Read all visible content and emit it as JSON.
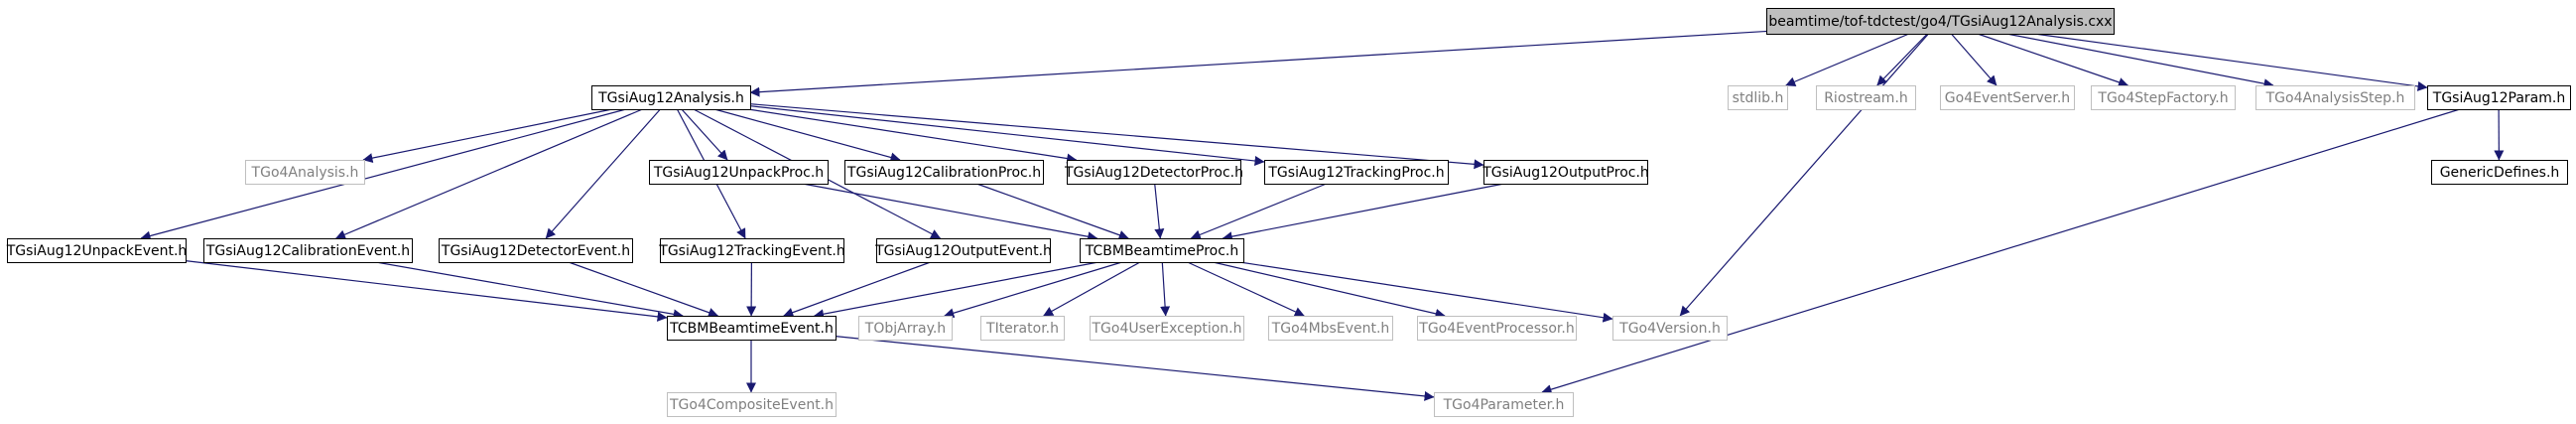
{
  "colors": {
    "edge": "#191970",
    "root_fill": "#bfbfbf",
    "local_border": "#000000",
    "external_border": "#bfbfbf",
    "external_text": "#808080",
    "text": "#000000"
  },
  "nodes": [
    {
      "id": "root",
      "label": "beamtime/tof-tdctest/go4/TGsiAug12Analysis.cxx",
      "kind": "root"
    },
    {
      "id": "ana_h",
      "label": "TGsiAug12Analysis.h",
      "kind": "local"
    },
    {
      "id": "stdlib",
      "label": "stdlib.h",
      "kind": "external"
    },
    {
      "id": "riostream",
      "label": "Riostream.h",
      "kind": "external"
    },
    {
      "id": "go4evserver",
      "label": "Go4EventServer.h",
      "kind": "external"
    },
    {
      "id": "stepfactory",
      "label": "TGo4StepFactory.h",
      "kind": "external"
    },
    {
      "id": "anastep",
      "label": "TGo4AnalysisStep.h",
      "kind": "external"
    },
    {
      "id": "param_h",
      "label": "TGsiAug12Param.h",
      "kind": "local"
    },
    {
      "id": "go4analysis",
      "label": "TGo4Analysis.h",
      "kind": "external"
    },
    {
      "id": "unpackproc",
      "label": "TGsiAug12UnpackProc.h",
      "kind": "local"
    },
    {
      "id": "calibproc",
      "label": "TGsiAug12CalibrationProc.h",
      "kind": "local"
    },
    {
      "id": "detproc",
      "label": "TGsiAug12DetectorProc.h",
      "kind": "local"
    },
    {
      "id": "trackproc",
      "label": "TGsiAug12TrackingProc.h",
      "kind": "local"
    },
    {
      "id": "outproc",
      "label": "TGsiAug12OutputProc.h",
      "kind": "local"
    },
    {
      "id": "genericdef",
      "label": "GenericDefines.h",
      "kind": "local"
    },
    {
      "id": "unpackev",
      "label": "TGsiAug12UnpackEvent.h",
      "kind": "local"
    },
    {
      "id": "calibev",
      "label": "TGsiAug12CalibrationEvent.h",
      "kind": "local"
    },
    {
      "id": "detev",
      "label": "TGsiAug12DetectorEvent.h",
      "kind": "local"
    },
    {
      "id": "trackev",
      "label": "TGsiAug12TrackingEvent.h",
      "kind": "local"
    },
    {
      "id": "outev",
      "label": "TGsiAug12OutputEvent.h",
      "kind": "local"
    },
    {
      "id": "bmproc",
      "label": "TCBMBeamtimeProc.h",
      "kind": "local"
    },
    {
      "id": "bmevent",
      "label": "TCBMBeamtimeEvent.h",
      "kind": "local"
    },
    {
      "id": "tobjarray",
      "label": "TObjArray.h",
      "kind": "external"
    },
    {
      "id": "titerator",
      "label": "TIterator.h",
      "kind": "external"
    },
    {
      "id": "userexc",
      "label": "TGo4UserException.h",
      "kind": "external"
    },
    {
      "id": "mbsevent",
      "label": "TGo4MbsEvent.h",
      "kind": "external"
    },
    {
      "id": "evproc",
      "label": "TGo4EventProcessor.h",
      "kind": "external"
    },
    {
      "id": "go4version",
      "label": "TGo4Version.h",
      "kind": "external"
    },
    {
      "id": "compevent",
      "label": "TGo4CompositeEvent.h",
      "kind": "external"
    },
    {
      "id": "go4param",
      "label": "TGo4Parameter.h",
      "kind": "external"
    }
  ],
  "edges": [
    [
      "root",
      "ana_h"
    ],
    [
      "root",
      "stdlib"
    ],
    [
      "root",
      "riostream"
    ],
    [
      "root",
      "go4evserver"
    ],
    [
      "root",
      "stepfactory"
    ],
    [
      "root",
      "anastep"
    ],
    [
      "root",
      "param_h"
    ],
    [
      "root",
      "go4version"
    ],
    [
      "ana_h",
      "go4analysis"
    ],
    [
      "ana_h",
      "unpackproc"
    ],
    [
      "ana_h",
      "calibproc"
    ],
    [
      "ana_h",
      "detproc"
    ],
    [
      "ana_h",
      "trackproc"
    ],
    [
      "ana_h",
      "outproc"
    ],
    [
      "ana_h",
      "unpackev"
    ],
    [
      "ana_h",
      "calibev"
    ],
    [
      "ana_h",
      "detev"
    ],
    [
      "ana_h",
      "trackev"
    ],
    [
      "ana_h",
      "outev"
    ],
    [
      "param_h",
      "genericdef"
    ],
    [
      "param_h",
      "go4param"
    ],
    [
      "unpackproc",
      "bmproc"
    ],
    [
      "calibproc",
      "bmproc"
    ],
    [
      "detproc",
      "bmproc"
    ],
    [
      "trackproc",
      "bmproc"
    ],
    [
      "outproc",
      "bmproc"
    ],
    [
      "unpackev",
      "bmevent"
    ],
    [
      "calibev",
      "bmevent"
    ],
    [
      "detev",
      "bmevent"
    ],
    [
      "trackev",
      "bmevent"
    ],
    [
      "outev",
      "bmevent"
    ],
    [
      "bmproc",
      "bmevent"
    ],
    [
      "bmproc",
      "tobjarray"
    ],
    [
      "bmproc",
      "titerator"
    ],
    [
      "bmproc",
      "userexc"
    ],
    [
      "bmproc",
      "mbsevent"
    ],
    [
      "bmproc",
      "evproc"
    ],
    [
      "bmproc",
      "go4version"
    ],
    [
      "bmevent",
      "compevent"
    ],
    [
      "bmevent",
      "go4param"
    ]
  ]
}
